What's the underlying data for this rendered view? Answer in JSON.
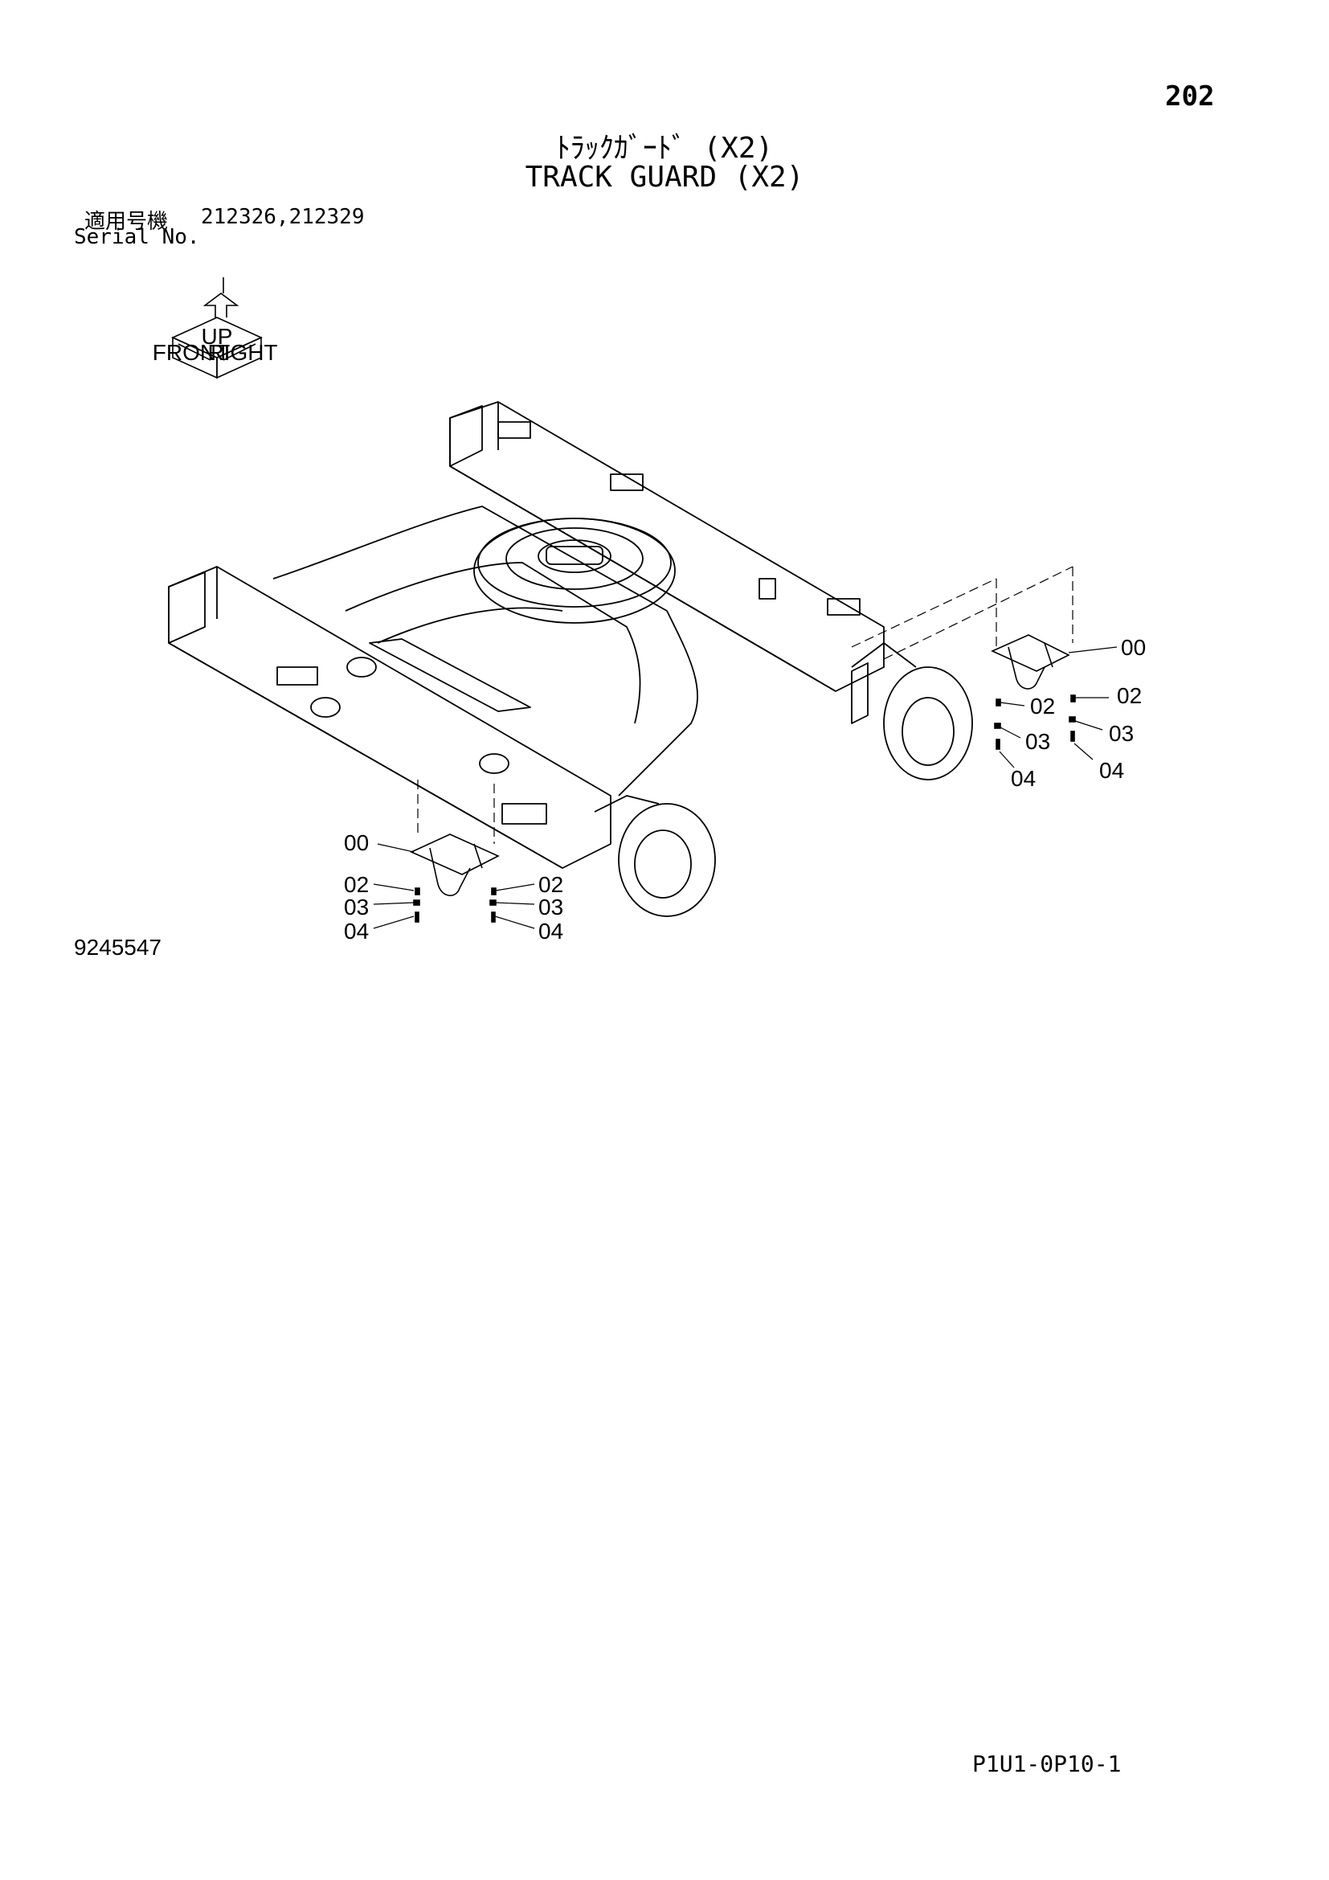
{
  "page_number": "202",
  "title_jp": "ﾄﾗｯｸｶﾞｰﾄﾞ (X2)",
  "title_en": "TRACK GUARD (X2)",
  "serial": {
    "label_jp": "適用号機",
    "label_en": "Serial No.",
    "value": "212326,212329"
  },
  "direction_indicator": {
    "top_label": "UP",
    "left_label": "FRONT",
    "right_label": "RIGHT"
  },
  "callouts": {
    "right_group": {
      "left_column": [
        "00",
        "02",
        "03",
        "04"
      ],
      "right_column": [
        "02",
        "03",
        "04"
      ]
    },
    "left_group": {
      "left_column": [
        "00",
        "02",
        "03",
        "04"
      ],
      "right_column": [
        "02",
        "03",
        "04"
      ]
    }
  },
  "figure_id": "9245547",
  "doc_code": "P1U1-0P10-1"
}
